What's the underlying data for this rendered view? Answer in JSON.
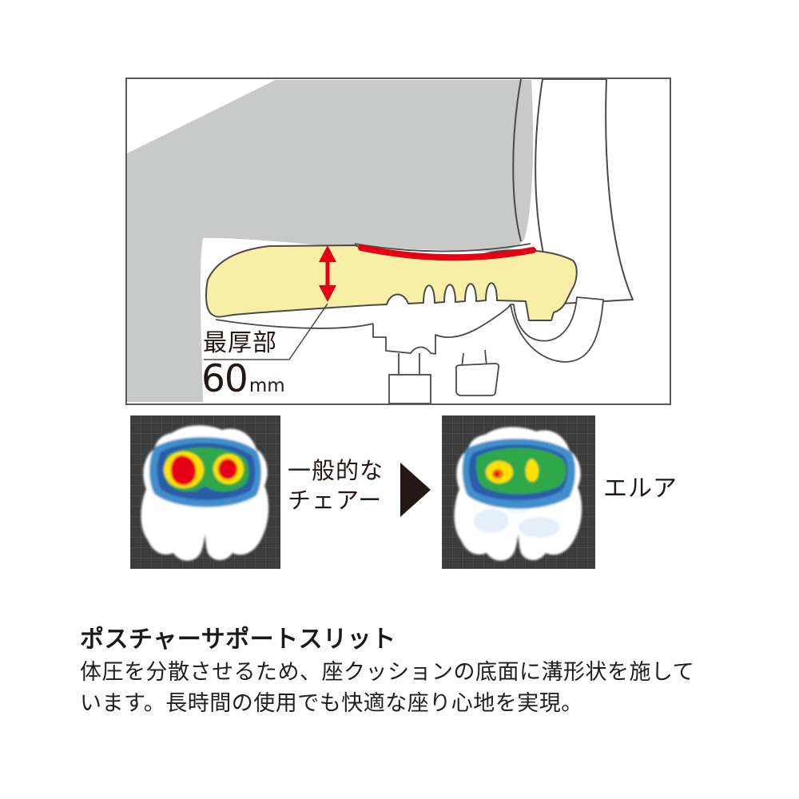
{
  "diagram": {
    "thickness_label": "最厚部",
    "thickness_value": "60",
    "thickness_unit": "mm",
    "colors": {
      "cushion_yellow": "#F8EFA6",
      "highlight_red": "#E60012",
      "body_gray": "#C8C9C9",
      "outline_dark": "#4C4948",
      "box_border": "#595757"
    }
  },
  "comparison": {
    "left_caption_line1": "一般的な",
    "left_caption_line2": "チェアー",
    "right_caption": "エルア",
    "arrow_color": "#231815",
    "heatmap_colors": {
      "background": "#3C3C3C",
      "low": "#C9E0F2",
      "mid_low": "#A3C9E8",
      "mid": "#3F8FCC",
      "mid_high": "#2A5CA8",
      "green": "#2FA848",
      "yellow": "#FFE100",
      "orange": "#F07800",
      "red": "#E60012"
    }
  },
  "description": {
    "heading": "ポスチャーサポートスリット",
    "body_line1": "体圧を分散させるため、座クッションの底面に溝形状を施して",
    "body_line2": "います。長時間の使用でも快適な座り心地を実現。"
  }
}
